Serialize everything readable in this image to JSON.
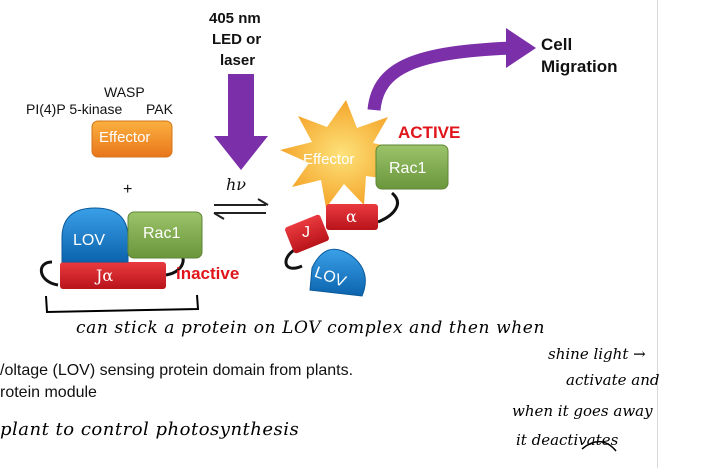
{
  "light": {
    "title_line1": "405 nm",
    "title_line2": "LED or",
    "title_line3": "laser",
    "symbol": "hν"
  },
  "effectors": {
    "line1": "WASP",
    "line2_left": "PI(4)P 5-kinase",
    "line2_right": "PAK",
    "box_label": "Effector",
    "plus": "+"
  },
  "inactive_complex": {
    "lov": "LOV",
    "rac1": "Rac1",
    "ja": "Jα",
    "state": "inactive"
  },
  "active_complex": {
    "effector": "Effector",
    "rac1": "Rac1",
    "alpha": "α",
    "j": "J",
    "lov": "LOV",
    "state": "ACTIVE"
  },
  "output": {
    "line1": "Cell",
    "line2": "Migration"
  },
  "slide_text": {
    "line1": "/oltage (LOV) sensing protein domain from plants.",
    "line2": "rotein module"
  },
  "handwriting": {
    "note1": "can stick a protein on LOV complex and then when",
    "note2": "shine light →",
    "note3": "activate and",
    "note4": "when it goes away",
    "note5": "it deactivates",
    "note6": "plant to control photosynthesis"
  },
  "colors": {
    "purple": "#7b2fa8",
    "lov_blue": "#1479c9",
    "rac_green": "#7aa84a",
    "ja_red": "#d71920",
    "effector_orange": "#f08a1d",
    "active_red": "#e0151b"
  }
}
